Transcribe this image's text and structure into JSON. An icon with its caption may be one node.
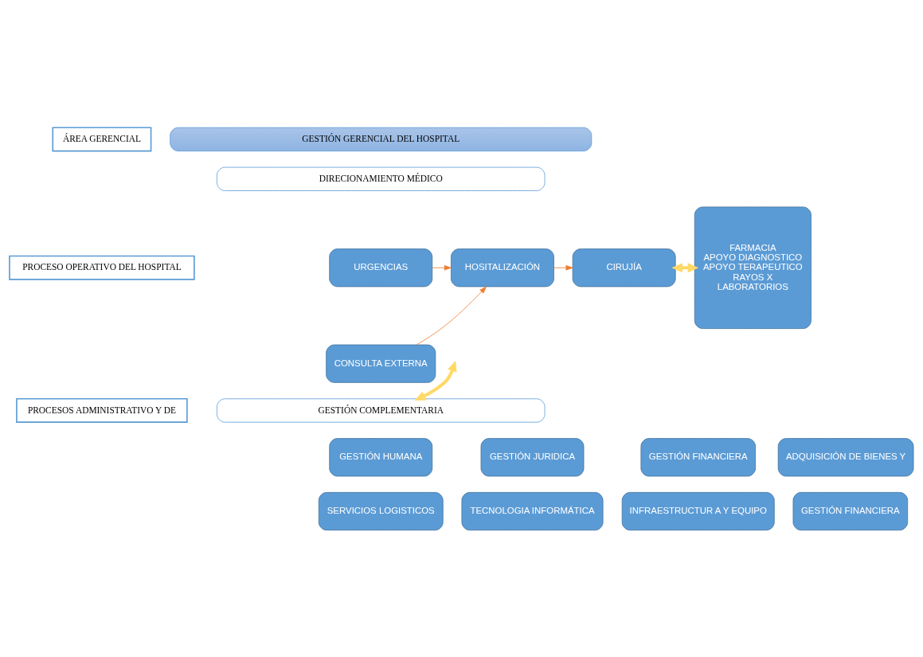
{
  "diagram": {
    "nodes": [
      {
        "text": [
          "ÁREA GERENCIAL"
        ]
      },
      {
        "text": [
          "GESTIÓN GERENCIAL DEL HOSPITAL"
        ]
      },
      {
        "text": [
          "DIRECIONAMIENTO MÉDICO"
        ]
      },
      {
        "text": [
          "PROCESO OPERATIVO DEL HOSPITAL"
        ]
      },
      {
        "text": [
          "URGENCIAS"
        ]
      },
      {
        "text": [
          "CONSULTA EXTERNA"
        ]
      },
      {
        "text": [
          "HOSITALIZACIÓN"
        ]
      },
      {
        "text": [
          "CIRUJÍA"
        ]
      },
      {
        "text": [
          "FARMACIA",
          "APOYO DIAGNOSTICO",
          "APOYO TERAPEUTICO",
          "RAYOS X",
          "LABORATORIOS"
        ]
      },
      {
        "text": [
          "PROCESOS ADMINISTRATIVO Y DE"
        ]
      },
      {
        "text": [
          "GESTIÓN COMPLEMENTARIA"
        ]
      },
      {
        "text": [
          "GESTIÓN HUMANA"
        ]
      },
      {
        "text": [
          "GESTIÓN JURIDICA"
        ]
      },
      {
        "text": [
          "GESTIÓN FINANCIERA"
        ]
      },
      {
        "text": [
          "ADQUISICIÓN DE BIENES Y"
        ]
      },
      {
        "text": [
          "SERVICIOS LOGISTICOS"
        ]
      },
      {
        "text": [
          "TECNOLOGIA INFORMÁTICA"
        ]
      },
      {
        "text": [
          "INFRAESTRUCTUR A Y EQUIPO"
        ]
      },
      {
        "text": [
          "GESTIÓN FINANCIERA"
        ]
      }
    ],
    "edges": [
      {
        "from": 4,
        "to": 6,
        "arrow": "to"
      },
      {
        "from": 5,
        "to": 6,
        "arrow": "to"
      },
      {
        "from": 6,
        "to": 7,
        "arrow": "to"
      },
      {
        "from": 7,
        "to": 8,
        "arrow": "both",
        "style": "thick",
        "color": "#ffd966"
      },
      {
        "from": null,
        "to": 10,
        "arrow": "both",
        "style": "thick",
        "color": "#ffd966"
      }
    ]
  }
}
